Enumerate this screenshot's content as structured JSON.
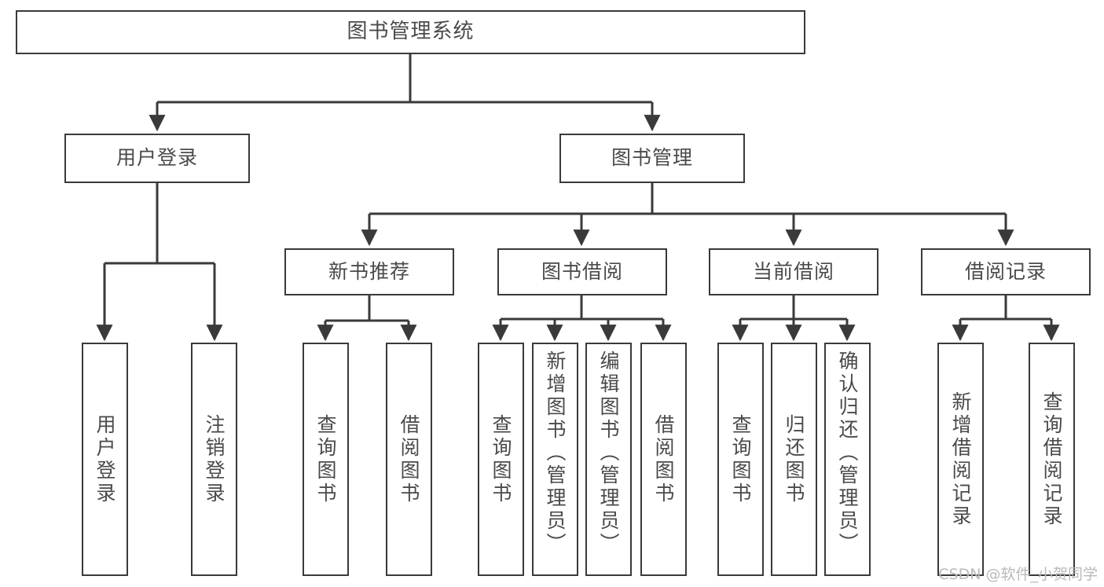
{
  "diagram": {
    "title": "图书管理系统",
    "type": "tree",
    "line_color": "#3a3a3a",
    "text_color": "#4a4a4a",
    "background": "#ffffff",
    "levels": [
      {
        "level": 1,
        "nodes": [
          {
            "id": "root",
            "label": "图书管理系统",
            "orientation": "horizontal"
          }
        ]
      },
      {
        "level": 2,
        "nodes": [
          {
            "id": "login",
            "label": "用户登录",
            "orientation": "horizontal",
            "parent": "root"
          },
          {
            "id": "bookmgmt",
            "label": "图书管理",
            "orientation": "horizontal",
            "parent": "root"
          }
        ]
      },
      {
        "level": 3,
        "nodes": [
          {
            "id": "newbook",
            "label": "新书推荐",
            "orientation": "horizontal",
            "parent": "bookmgmt"
          },
          {
            "id": "borrow",
            "label": "图书借阅",
            "orientation": "horizontal",
            "parent": "bookmgmt"
          },
          {
            "id": "current",
            "label": "当前借阅",
            "orientation": "horizontal",
            "parent": "bookmgmt"
          },
          {
            "id": "records",
            "label": "借阅记录",
            "orientation": "horizontal",
            "parent": "bookmgmt"
          }
        ]
      },
      {
        "level": 4,
        "nodes": [
          {
            "id": "leaf1",
            "label": "用户登录",
            "orientation": "vertical",
            "parent": "login",
            "align": "middle"
          },
          {
            "id": "leaf2",
            "label": "注销登录",
            "orientation": "vertical",
            "parent": "login",
            "align": "middle"
          },
          {
            "id": "leaf3",
            "label": "查询图书",
            "orientation": "vertical",
            "parent": "newbook",
            "align": "middle"
          },
          {
            "id": "leaf4",
            "label": "借阅图书",
            "orientation": "vertical",
            "parent": "newbook",
            "align": "middle"
          },
          {
            "id": "leaf5",
            "label": "查询图书",
            "orientation": "vertical",
            "parent": "borrow",
            "align": "middle"
          },
          {
            "id": "leaf6",
            "label": "新增图书（管理员）",
            "orientation": "vertical",
            "parent": "borrow",
            "align": "top"
          },
          {
            "id": "leaf7",
            "label": "编辑图书（管理员）",
            "orientation": "vertical",
            "parent": "borrow",
            "align": "top"
          },
          {
            "id": "leaf8",
            "label": "借阅图书",
            "orientation": "vertical",
            "parent": "borrow",
            "align": "middle"
          },
          {
            "id": "leaf9",
            "label": "查询图书",
            "orientation": "vertical",
            "parent": "current",
            "align": "middle"
          },
          {
            "id": "leaf10",
            "label": "归还图书",
            "orientation": "vertical",
            "parent": "current",
            "align": "middle"
          },
          {
            "id": "leaf11",
            "label": "确认归还（管理员）",
            "orientation": "vertical",
            "parent": "current",
            "align": "top"
          },
          {
            "id": "leaf12",
            "label": "新增借阅记录",
            "orientation": "vertical",
            "parent": "records",
            "align": "middle"
          },
          {
            "id": "leaf13",
            "label": "查询借阅记录",
            "orientation": "vertical",
            "parent": "records",
            "align": "middle"
          }
        ]
      }
    ]
  },
  "watermark": {
    "text": "CSDN @软件_小贺同学"
  }
}
